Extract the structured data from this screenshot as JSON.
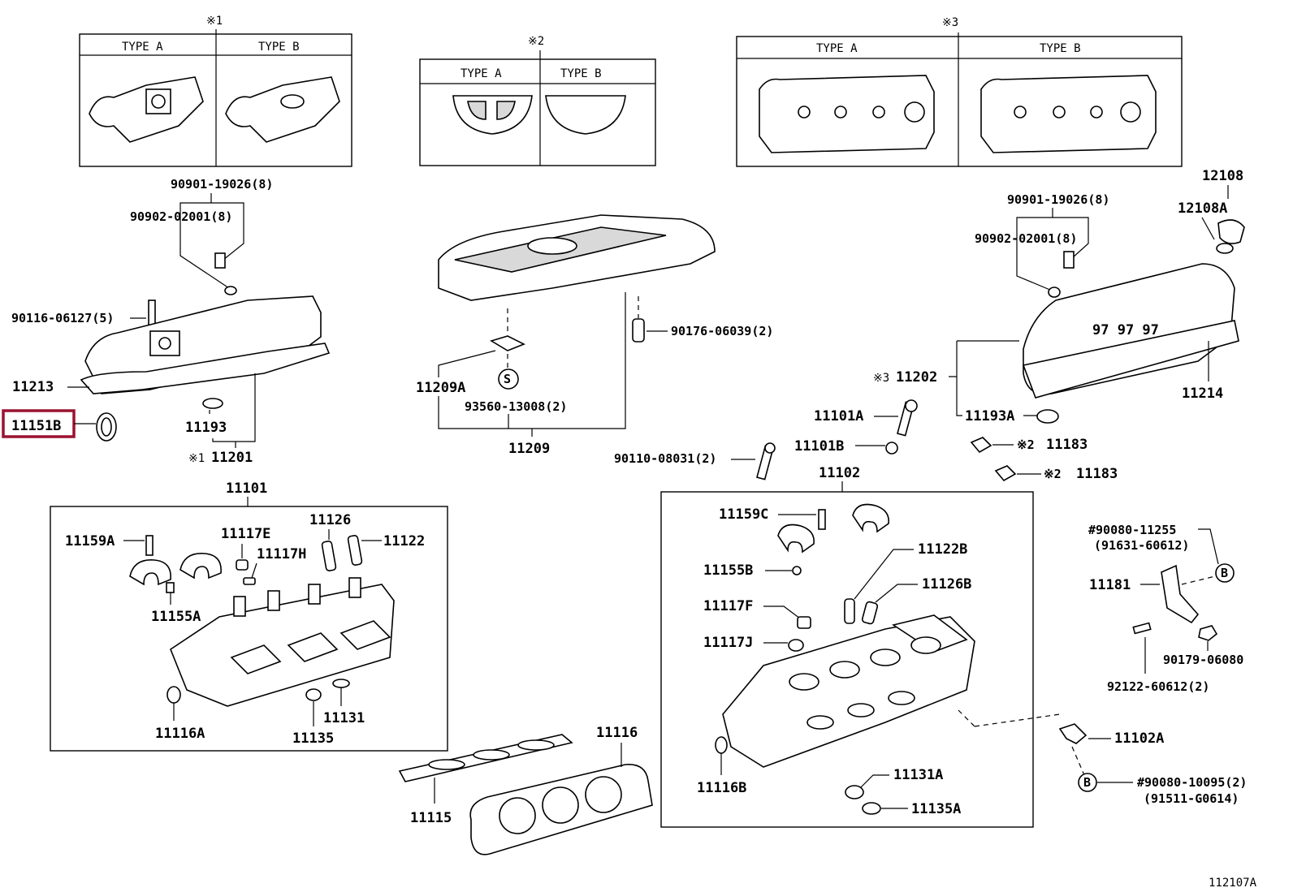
{
  "diagram_code": "112107A",
  "insets": {
    "n1": {
      "mark": "※1",
      "type_a": "TYPE A",
      "type_b": "TYPE B"
    },
    "n2": {
      "mark": "※2",
      "type_a": "TYPE A",
      "type_b": "TYPE B"
    },
    "n3": {
      "mark": "※3",
      "type_a": "TYPE A",
      "type_b": "TYPE B"
    }
  },
  "labels": {
    "p90901_l": "90901-19026(8)",
    "p90902_l": "90902-02001(8)",
    "p90116": "90116-06127(5)",
    "p11213": "11213",
    "p11151b": "11151B",
    "p11193": "11193",
    "p11201": "11201",
    "p11201_mark": "※1",
    "p11209a": "11209A",
    "p93560": "93560-13008(2)",
    "p11209": "11209",
    "p90176": "90176-06039(2)",
    "p90901_r": "90901-19026(8)",
    "p90902_r": "90902-02001(8)",
    "p12108": "12108",
    "p12108a": "12108A",
    "p11202_mark": "※3",
    "p11202": "11202",
    "p11214": "11214",
    "p11193a": "11193A",
    "p11101a": "11101A",
    "p11101b": "11101B",
    "p90110": "90110-08031(2)",
    "p11183_1": "11183",
    "p11183_1_mark": "※2",
    "p11183_2": "11183",
    "p11183_2_mark": "※2",
    "p11102": "11102",
    "p11101": "11101",
    "p11159a": "11159A",
    "p11117e": "11117E",
    "p11117h": "11117H",
    "p11126": "11126",
    "p11122": "11122",
    "p11155a": "11155A",
    "p11116a": "11116A",
    "p11135": "11135",
    "p11131": "11131",
    "p11159c": "11159C",
    "p11155b": "11155B",
    "p11122b": "11122B",
    "p11126b": "11126B",
    "p11117f": "11117F",
    "p11117j": "11117J",
    "p11116b": "11116B",
    "p11131a": "11131A",
    "p11135a": "11135A",
    "p11116": "11116",
    "p11115": "11115",
    "p90080_a": "#90080-11255",
    "p91631": "(91631-60612)",
    "p11181": "11181",
    "p90179": "90179-06080",
    "p92122": "92122-60612(2)",
    "p11102a": "11102A",
    "p90080_b": "#90080-10095(2)",
    "p91511": "(91511-G0614)",
    "callout_b1": "B",
    "callout_b2": "B",
    "callout_s": "S"
  },
  "highlighted_part": "11151B"
}
